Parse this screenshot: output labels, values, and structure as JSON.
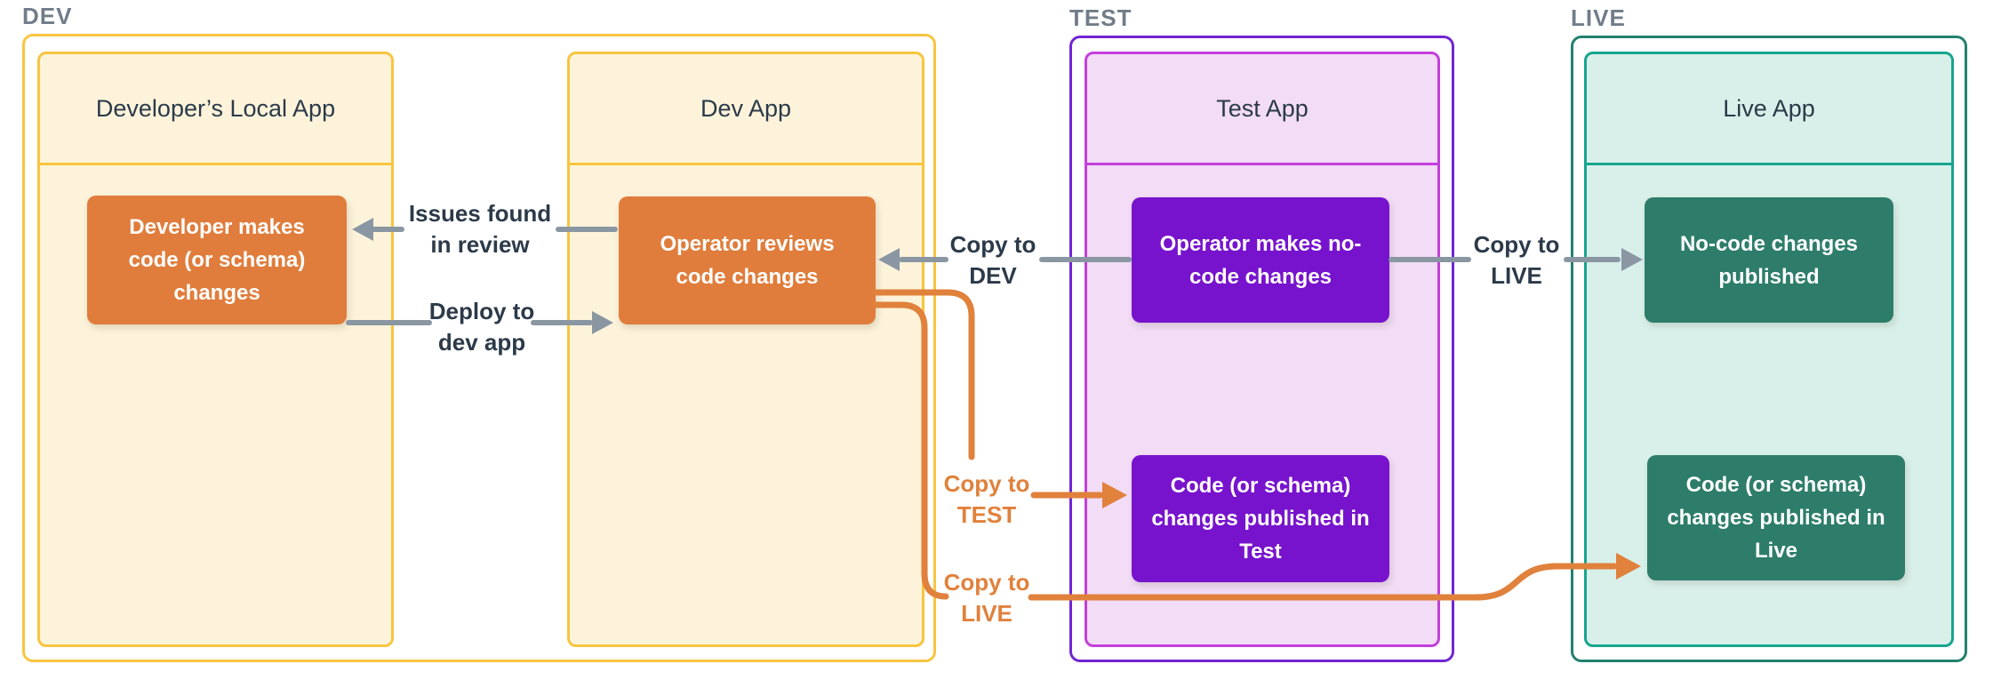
{
  "sections": [
    {
      "label": "DEV",
      "apps": [
        {
          "title": "Developer’s Local App",
          "nodes": [
            "Developer makes code (or schema) changes"
          ]
        },
        {
          "title": "Dev App",
          "nodes": [
            "Operator reviews code changes"
          ]
        }
      ]
    },
    {
      "label": "TEST",
      "apps": [
        {
          "title": "Test App",
          "nodes": [
            "Operator makes no-code changes",
            "Code (or schema) changes published in Test"
          ]
        }
      ]
    },
    {
      "label": "LIVE",
      "apps": [
        {
          "title": "Live App",
          "nodes": [
            "No-code changes published",
            "Code (or schema) changes published in Live"
          ]
        }
      ]
    }
  ],
  "labels": {
    "issues_found": "Issues found in review",
    "deploy": "Deploy to dev app",
    "copy_to_dev": "Copy to DEV",
    "copy_to_live": "Copy to LIVE",
    "copy_to_test": "Copy to TEST",
    "copy_to_live_2": "Copy to LIVE"
  },
  "colors": {
    "dev_border": "#F7C53F",
    "dev_fill": "#FCF3DA",
    "dev_node": "#E07D3C",
    "test_outer_border": "#7126D3",
    "test_border": "#C43FDC",
    "test_fill": "#F2DCF6",
    "test_node": "#7713CD",
    "live_outer_border": "#22816F",
    "live_border": "#17A58E",
    "live_fill": "#D9F0EA",
    "live_node": "#2D7D6A",
    "arrow_gray": "#8A97A3",
    "arrow_orange": "#E0813C",
    "label_dark": "#2C3A49",
    "section_label": "#707C89"
  }
}
